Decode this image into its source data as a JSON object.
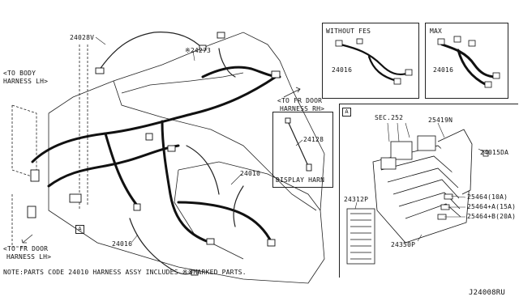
{
  "labels": {
    "to_body_harness": "<TO BODY",
    "to_body_harness_2": "HARNESS LH>",
    "part_24028v": "24028V",
    "part_24273": "※24273",
    "to_fr_door_rh": "<TO FR DOOR",
    "to_fr_door_rh_2": "HARNESS RH>",
    "part_24128": "24128",
    "display_harn": "DISPLAY HARN",
    "part_24010": "24010",
    "part_24016_main": "24016",
    "to_fr_door_lh": "<TO FR DOOR",
    "to_fr_door_lh_2": "HARNESS LH>",
    "callout_a_main": "A"
  },
  "without_fes": {
    "title": "WITHOUT FES",
    "part": "24016"
  },
  "max_panel": {
    "title": "MAX",
    "part": "24016"
  },
  "detail_a": {
    "tag": "A",
    "sec": "SEC.252",
    "part_25419n": "25419N",
    "part_24015da": "24015DA",
    "part_24312p": "24312P",
    "part_24350p": "24350P",
    "fuse_10a": "25464(10A)",
    "fuse_15a": "25464+A(15A)",
    "fuse_20a": "25464+B(20A)"
  },
  "note": "NOTE:PARTS CODE 24010 HARNESS ASSY INCLUDES ※※MARKED PARTS.",
  "diagram_code": "J24008RU"
}
